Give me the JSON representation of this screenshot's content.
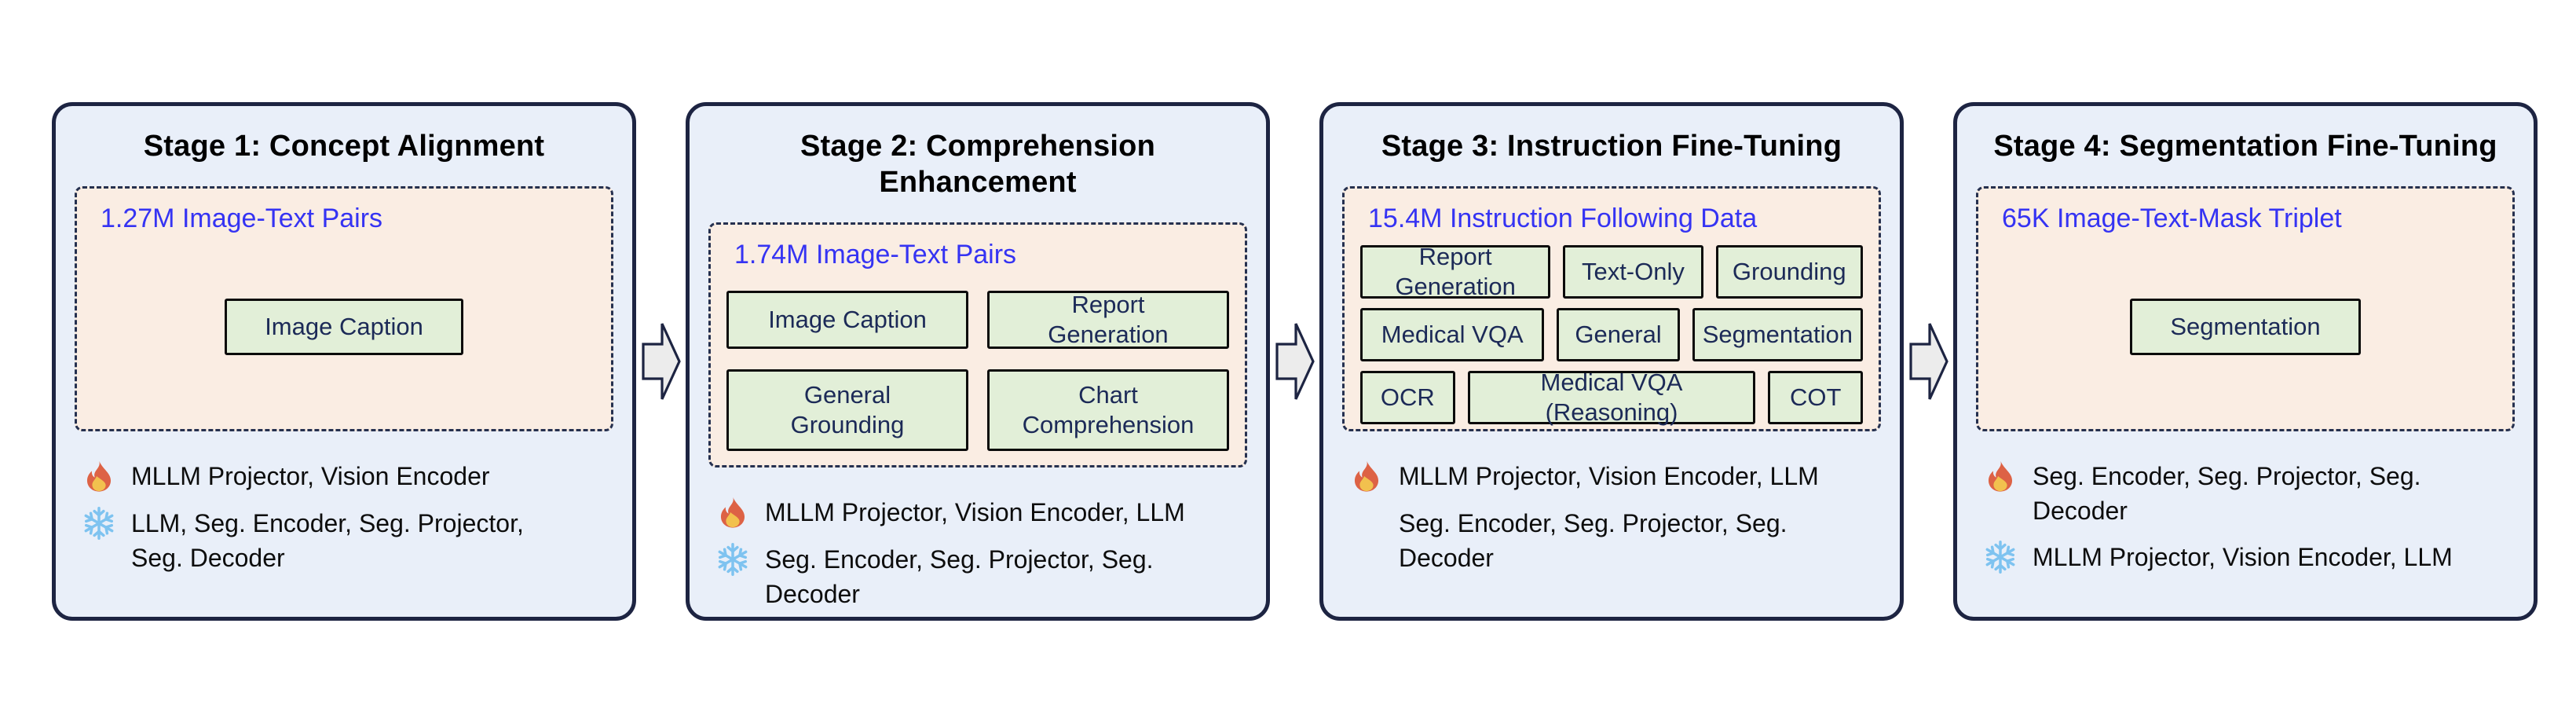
{
  "diagram_title": "Four-stage training pipeline",
  "colors": {
    "stage_background": "#E9EFF9",
    "stage_border": "#1D2442",
    "dataset_background": "#FAEDE3",
    "task_background": "#E2EFD8",
    "task_text": "#1C2A57",
    "data_label_text": "#3533F3",
    "arrow_fill": "#ECECEC",
    "fire_orange": "#DD6245",
    "fire_yellow": "#F2C14E",
    "snowflake_blue": "#7EC3F0"
  },
  "icons": {
    "trainable": "fire-icon",
    "frozen": "snowflake-icon",
    "flow": "right-arrow-icon"
  },
  "stages": [
    {
      "title": "Stage 1: Concept Alignment",
      "data_label": "1.27M Image-Text Pairs",
      "rows": [
        [
          "Image Caption"
        ]
      ],
      "trainable": "MLLM Projector, Vision Encoder",
      "frozen": "LLM, Seg. Encoder, Seg. Projector,\nSeg. Decoder"
    },
    {
      "title": "Stage 2: Comprehension Enhancement",
      "data_label": "1.74M Image-Text Pairs",
      "rows": [
        [
          "Image Caption",
          "Report Generation"
        ],
        [
          "General\nGrounding",
          "Chart\nComprehension"
        ]
      ],
      "trainable": "MLLM Projector, Vision Encoder, LLM",
      "frozen": "Seg. Encoder, Seg. Projector, Seg. Decoder"
    },
    {
      "title": "Stage 3: Instruction Fine-Tuning",
      "data_label": "15.4M Instruction Following Data",
      "rows": [
        [
          "Report Generation",
          "Text-Only",
          "Grounding"
        ],
        [
          "Medical VQA",
          "General",
          "Segmentation"
        ],
        [
          "OCR",
          "Medical VQA (Reasoning)",
          "COT"
        ]
      ],
      "trainable": "MLLM Projector, Vision Encoder, LLM",
      "trainable_line2": "Seg. Encoder, Seg. Projector, Seg. Decoder"
    },
    {
      "title": "Stage 4: Segmentation Fine-Tuning",
      "data_label": "65K Image-Text-Mask Triplet",
      "rows": [
        [
          "Segmentation"
        ]
      ],
      "trainable": "Seg. Encoder, Seg. Projector, Seg. Decoder",
      "frozen": "MLLM Projector, Vision Encoder, LLM"
    }
  ]
}
